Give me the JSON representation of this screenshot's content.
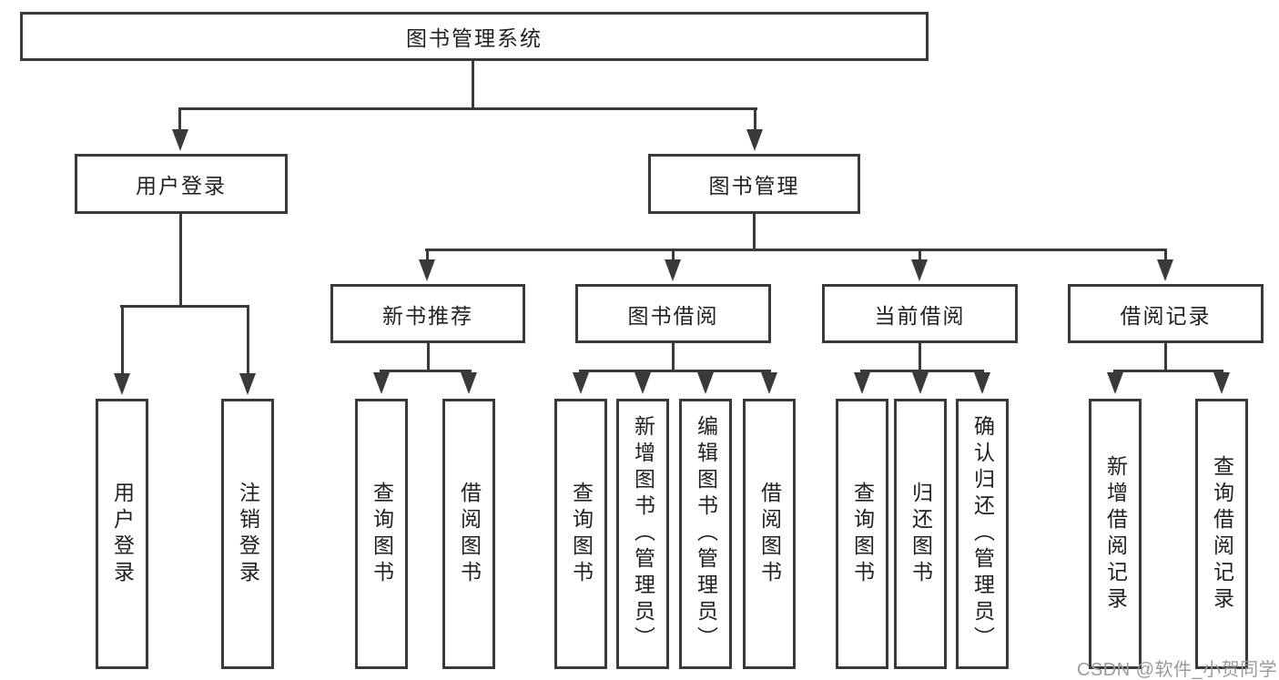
{
  "diagram": {
    "type": "hierarchy",
    "root": {
      "label": "图书管理系统"
    },
    "branches": [
      {
        "label": "用户登录",
        "children": [
          {
            "label": "用户登录"
          },
          {
            "label": "注销登录"
          }
        ]
      },
      {
        "label": "图书管理",
        "children": [
          {
            "label": "新书推荐",
            "children": [
              {
                "label": "查询图书"
              },
              {
                "label": "借阅图书"
              }
            ]
          },
          {
            "label": "图书借阅",
            "children": [
              {
                "label": "查询图书"
              },
              {
                "label": "新增图书（管理员）"
              },
              {
                "label": "编辑图书（管理员）"
              },
              {
                "label": "借阅图书"
              }
            ]
          },
          {
            "label": "当前借阅",
            "children": [
              {
                "label": "查询图书"
              },
              {
                "label": "归还图书"
              },
              {
                "label": "确认归还（管理员）"
              }
            ]
          },
          {
            "label": "借阅记录",
            "children": [
              {
                "label": "新增借阅记录"
              },
              {
                "label": "查询借阅记录"
              }
            ]
          }
        ]
      }
    ]
  },
  "colors": {
    "line": "#3a3a3a",
    "box_border": "#3a3a3a",
    "text": "#212121",
    "background": "#ffffff",
    "watermark": "#9b9b9b"
  },
  "watermark": {
    "text": "CSDN @软件_小贺同学"
  }
}
